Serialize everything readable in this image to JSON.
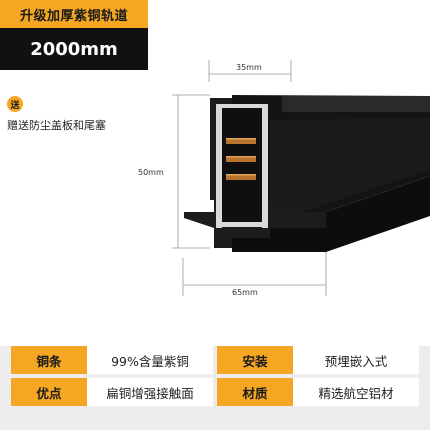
{
  "header": {
    "title": "升级加厚紫铜轨道",
    "length": "2000mm"
  },
  "gift": {
    "badge": "送",
    "text": "赠送防尘盖板和尾塞"
  },
  "dimensions": {
    "top": "35mm",
    "height": "50mm",
    "bottom": "65mm"
  },
  "specs": [
    {
      "k1": "铜条",
      "v1": "99%含量紫铜",
      "k2": "安装",
      "v2": "预埋嵌入式"
    },
    {
      "k1": "优点",
      "v1": "扁铜增强接触面",
      "k2": "材质",
      "v2": "精选航空铝材"
    }
  ],
  "colors": {
    "accent": "#f5a623",
    "dark": "#111111",
    "copper": "#b8742c"
  }
}
